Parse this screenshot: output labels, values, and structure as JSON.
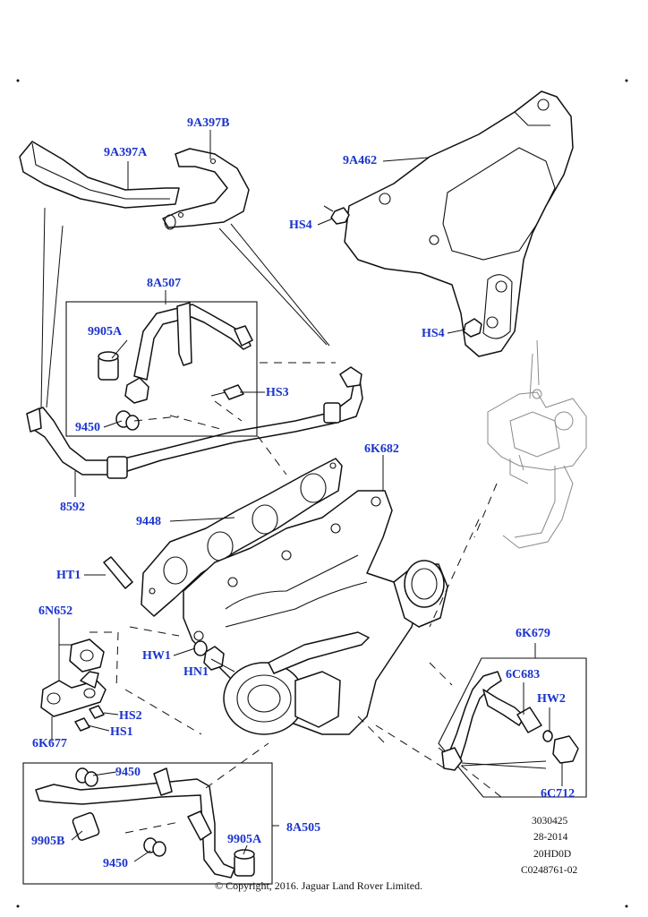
{
  "labels": {
    "p9A397B": "9A397B",
    "p9A397A": "9A397A",
    "p9A462": "9A462",
    "hs4_upper": "HS4",
    "hs4_lower": "HS4",
    "p8A507": "8A507",
    "p9905A_top": "9905A",
    "hs3": "HS3",
    "p9450_top": "9450",
    "p8592": "8592",
    "p6K682": "6K682",
    "p9448": "9448",
    "ht1": "HT1",
    "p6N652": "6N652",
    "hw1": "HW1",
    "hn1": "HN1",
    "hs2": "HS2",
    "hs1": "HS1",
    "p6K677": "6K677",
    "p6K679": "6K679",
    "p6C683": "6C683",
    "hw2": "HW2",
    "p6C712": "6C712",
    "p9450_mid": "9450",
    "p8A505": "8A505",
    "p9905B": "9905B",
    "p9905A_bottom": "9905A",
    "p9450_bottom": "9450"
  },
  "meta": {
    "line1": "3030425",
    "line2": "28-2014",
    "line3": "20HD0D",
    "line4": "C0248761-02"
  },
  "copyright": "© Copyright, 2016. Jaguar Land Rover Limited.",
  "colors": {
    "label": "#1a33cc",
    "line": "#111111",
    "ghost": "#8a8a8a",
    "background": "#ffffff"
  }
}
